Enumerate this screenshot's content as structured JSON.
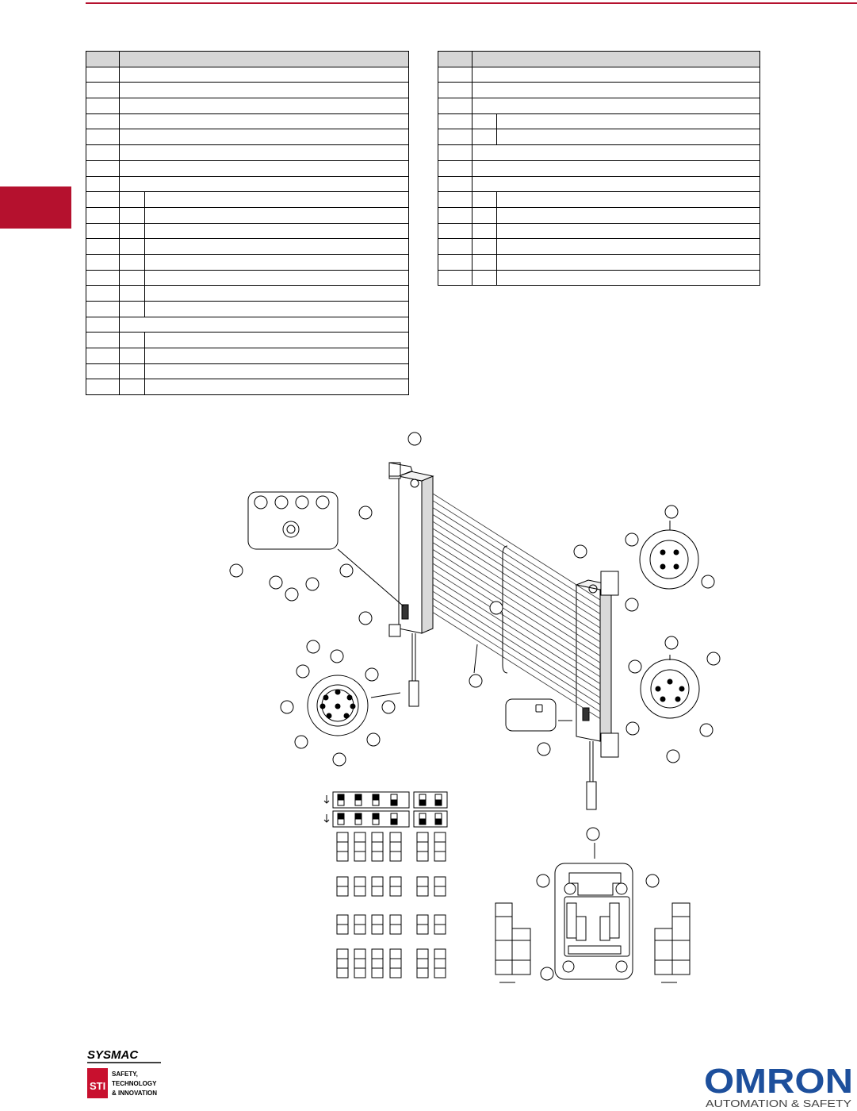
{
  "document": {
    "accent_color": "#b5112e"
  },
  "left_table": {
    "rows": [
      {
        "kind": "head"
      },
      {
        "kind": "span"
      },
      {
        "kind": "span"
      },
      {
        "kind": "span"
      },
      {
        "kind": "span"
      },
      {
        "kind": "span"
      },
      {
        "kind": "span"
      },
      {
        "kind": "span"
      },
      {
        "kind": "span"
      },
      {
        "kind": "split"
      },
      {
        "kind": "split"
      },
      {
        "kind": "split"
      },
      {
        "kind": "split"
      },
      {
        "kind": "split"
      },
      {
        "kind": "split"
      },
      {
        "kind": "split"
      },
      {
        "kind": "split"
      },
      {
        "kind": "span"
      },
      {
        "kind": "split"
      },
      {
        "kind": "split"
      },
      {
        "kind": "split"
      },
      {
        "kind": "split"
      }
    ]
  },
  "right_table": {
    "rows": [
      {
        "kind": "head"
      },
      {
        "kind": "span"
      },
      {
        "kind": "span"
      },
      {
        "kind": "span"
      },
      {
        "kind": "split"
      },
      {
        "kind": "split"
      },
      {
        "kind": "span"
      },
      {
        "kind": "span"
      },
      {
        "kind": "span"
      },
      {
        "kind": "split"
      },
      {
        "kind": "split"
      },
      {
        "kind": "split"
      },
      {
        "kind": "split"
      },
      {
        "kind": "split"
      },
      {
        "kind": "split"
      }
    ]
  },
  "footer": {
    "sysmac_logo": "SYSMAC",
    "sti_badge": "STI",
    "sti_line1": "SAFETY,",
    "sti_line2": "TECHNOLOGY",
    "sti_line3": "& INNOVATION",
    "brand": "OMRON",
    "brand_tagline": "AUTOMATION & SAFETY",
    "brand_color": "#1d4f9c"
  }
}
